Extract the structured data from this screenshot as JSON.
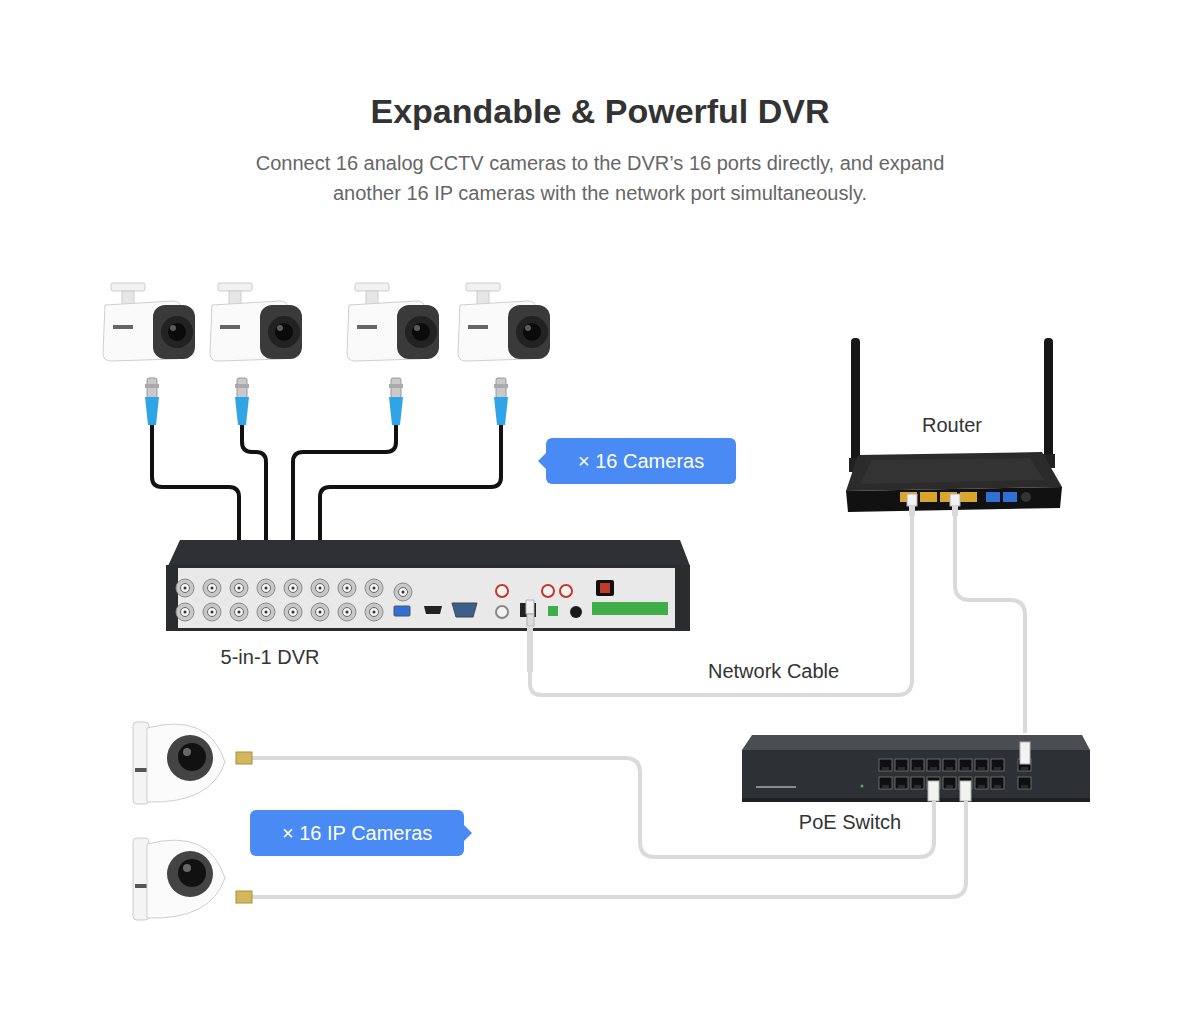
{
  "diagram": {
    "title": "Expandable & Powerful DVR",
    "nodes": [
      {
        "text": [
          "Router"
        ]
      },
      {
        "text": [
          "× 16 Cameras"
        ]
      },
      {
        "text": [
          "5-in-1 DVR"
        ]
      },
      {
        "text": [
          "PoE Switch"
        ]
      },
      {
        "text": [
          "× 16 IP Cameras"
        ]
      }
    ],
    "edges": [
      {
        "from": 2,
        "to": 0,
        "label": "Network Cable",
        "arrow": "none"
      },
      {
        "from": 0,
        "to": 3,
        "arrow": "none"
      }
    ],
    "labels": [
      "Connect 16 analog CCTV cameras to the DVR’s 16 ports directly, and expand another 16 IP cameras with the network port simultaneously."
    ]
  }
}
